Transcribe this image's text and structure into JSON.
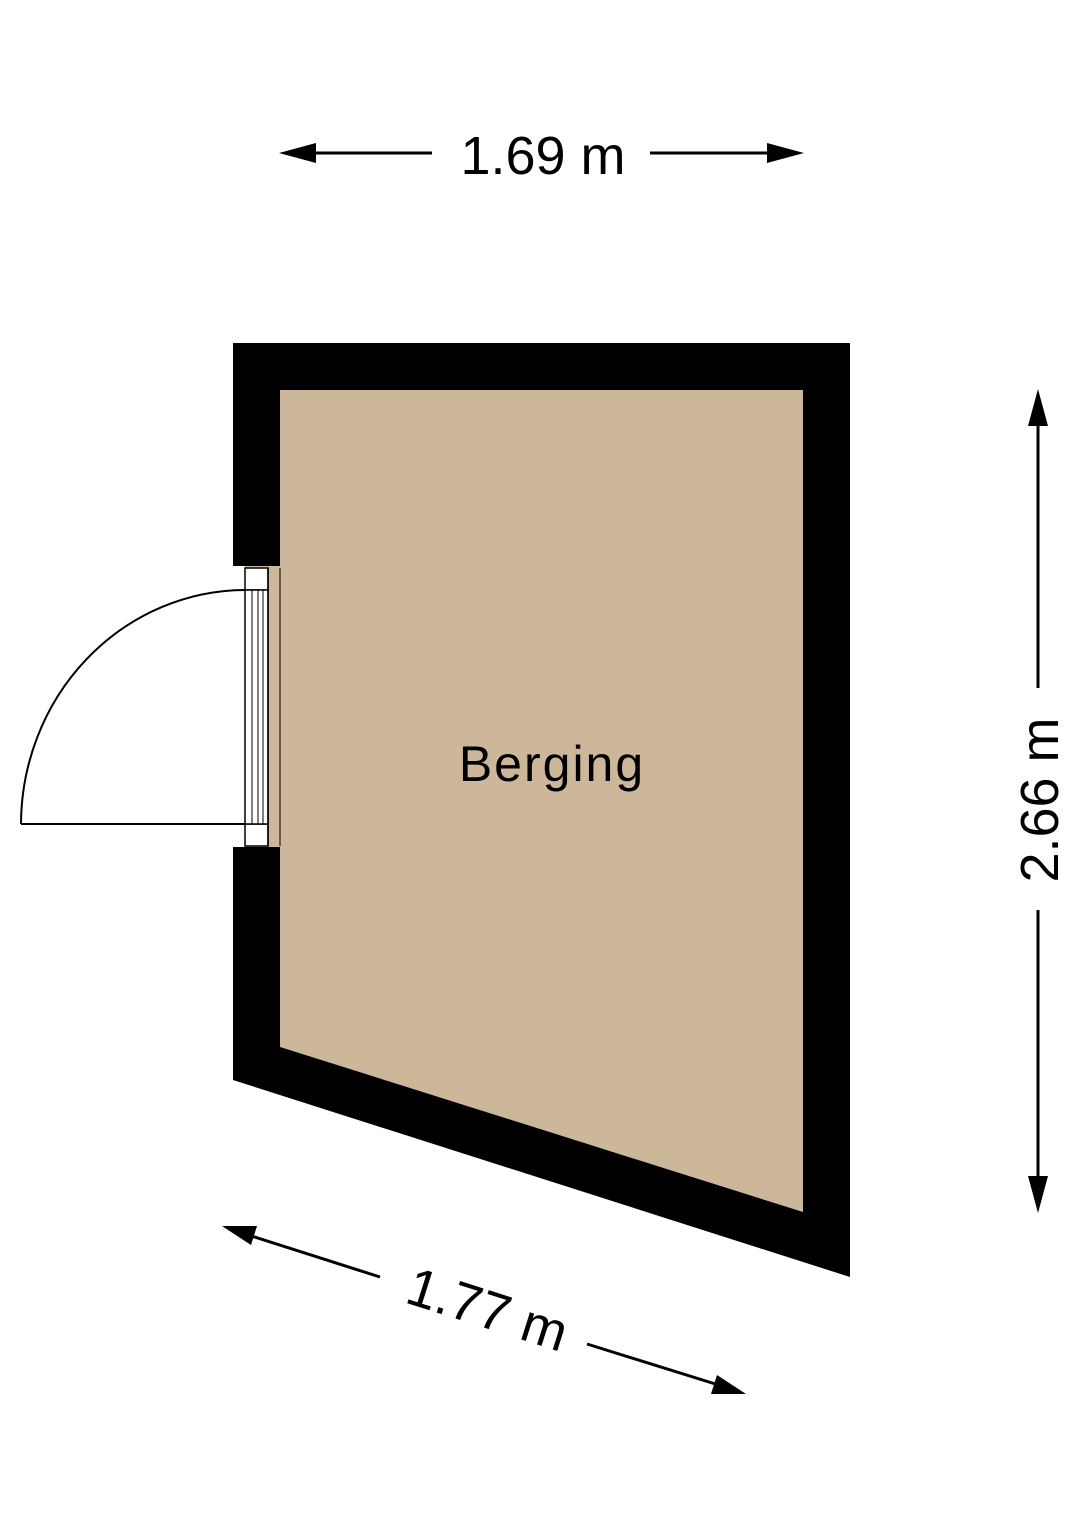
{
  "plan": {
    "room_name": "Berging",
    "floor_color": "#CDB79A",
    "wall_color": "#000000",
    "door_frame_color": "#FFFFFF"
  },
  "dimensions": {
    "top_width": "1.69 m",
    "right_height": "2.66 m",
    "bottom_diagonal": "1.77 m"
  }
}
